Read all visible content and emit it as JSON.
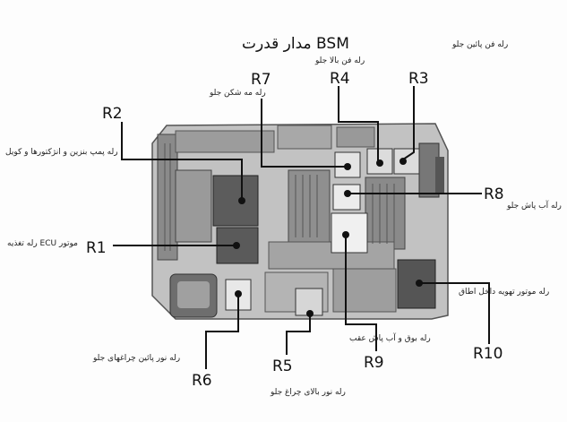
{
  "title": "مدار قدرت BSM",
  "relays": [
    {
      "id": "r1",
      "label": "R1",
      "note": "رله تغذیه ECU موتور"
    },
    {
      "id": "r2",
      "label": "R2",
      "note": "رله پمپ بنزین و انژکتورها و کویل"
    },
    {
      "id": "r3",
      "label": "R3",
      "note": "رله فن پائین جلو"
    },
    {
      "id": "r4",
      "label": "R4",
      "note": "رله فن بالا جلو"
    },
    {
      "id": "r5",
      "label": "R5",
      "note": "رله نور بالای چراغ جلو"
    },
    {
      "id": "r6",
      "label": "R6",
      "note": "رله نور پائین چراغهای جلو"
    },
    {
      "id": "r7",
      "label": "R7",
      "note": "رله مه شکن جلو"
    },
    {
      "id": "r8",
      "label": "R8",
      "note": "رله آب پاش جلو"
    },
    {
      "id": "r9",
      "label": "R9",
      "note": "رله بوق و آب پاش عقب"
    },
    {
      "id": "r10",
      "label": "R10",
      "note": "رله موتور تهویه داخل اطاق"
    }
  ],
  "colors": {
    "ink": "#111111",
    "board": "#b9b9b9",
    "board_dark": "#6d6d6d"
  }
}
